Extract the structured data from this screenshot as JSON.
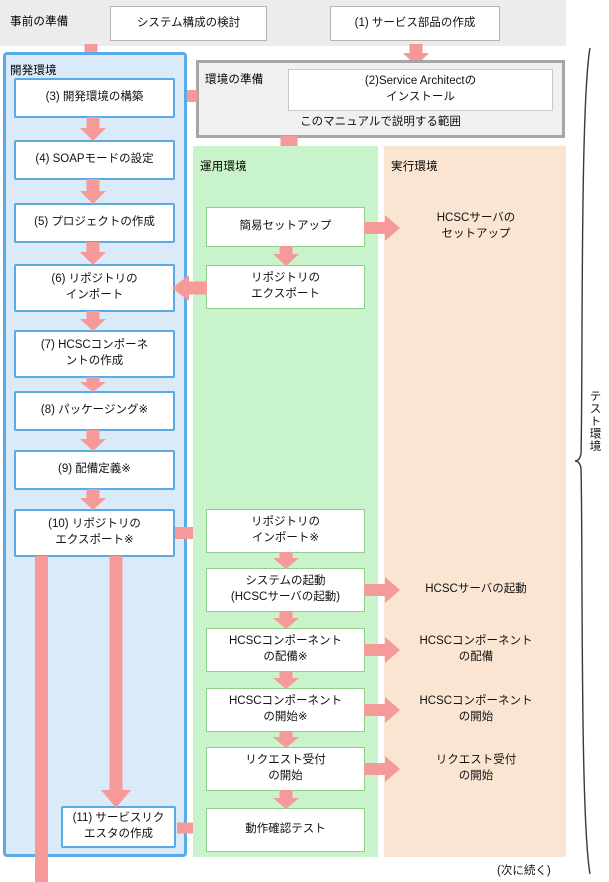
{
  "diagram": {
    "title_band": {
      "label": "事前の準備",
      "boxes": [
        {
          "text": "システム構成の検討"
        },
        {
          "text": "(1) サービス部品の作成"
        }
      ]
    },
    "lanes": {
      "dev": "開発環境",
      "env_prep": "環境の準備",
      "ops": "運用環境",
      "run": "実行環境"
    },
    "env_prep": {
      "box": "(2)Service Architectの\nインストール",
      "caption": "このマニュアルで説明する範囲"
    },
    "dev_steps": [
      {
        "text": "(3) 開発環境の構築"
      },
      {
        "text": "(4) SOAPモードの設定"
      },
      {
        "text": "(5) プロジェクトの作成"
      },
      {
        "text": "(6) リポジトリの\nインポート"
      },
      {
        "text": "(7) HCSCコンポーネ\nントの作成"
      },
      {
        "text": "(8) パッケージング※"
      },
      {
        "text": "(9) 配備定義※"
      },
      {
        "text": "(10) リポジトリの\nエクスポート※"
      },
      {
        "text": "(11) サービスリク\nエスタの作成"
      }
    ],
    "ops_steps": [
      {
        "text": "簡易セットアップ"
      },
      {
        "text": "リポジトリの\nエクスポート"
      },
      {
        "text": "リポジトリの\nインポート※"
      },
      {
        "text": "システムの起動\n(HCSCサーバの起動)"
      },
      {
        "text": "HCSCコンポーネント\nの配備※"
      },
      {
        "text": "HCSCコンポーネント\nの開始※"
      },
      {
        "text": "リクエスト受付\nの開始"
      },
      {
        "text": "動作確認テスト"
      }
    ],
    "run_steps": [
      {
        "text": "HCSCサーバの\nセットアップ"
      },
      {
        "text": "HCSCサーバの起動"
      },
      {
        "text": "HCSCコンポーネント\nの配備"
      },
      {
        "text": "HCSCコンポーネント\nの開始"
      },
      {
        "text": "リクエスト受付\nの開始"
      }
    ],
    "brace_label": "テスト環境",
    "footnote": "(次に続く)",
    "colors": {
      "arrow": "#f59a99",
      "dev_panel_bg": "#dbeaf9",
      "dev_panel_border": "#5aaae8",
      "ops_panel_bg": "#c9f3ca",
      "run_panel_bg": "#fae5d3",
      "band_bg": "#ececec",
      "env_panel_bg": "#f0f0f0",
      "env_panel_border": "#a6a6a6"
    }
  }
}
